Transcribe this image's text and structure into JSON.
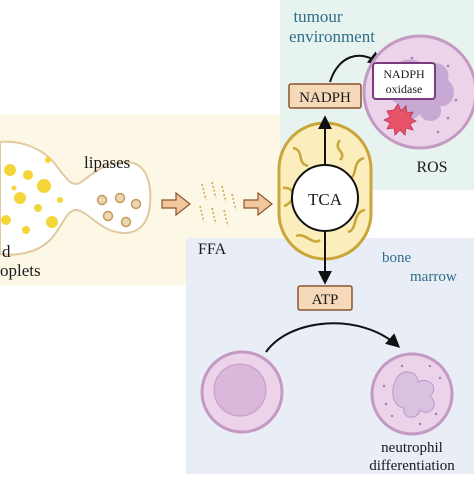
{
  "labels": {
    "lipases": "lipases",
    "lipid_droplets_line1": "d",
    "lipid_droplets_line2": "oplets",
    "ffa": "FFA",
    "tca": "TCA",
    "nadph": "NADPH",
    "atp": "ATP",
    "tumour_environment_line1": "tumour",
    "tumour_environment_line2": "environment",
    "nadph_oxidase_line1": "NADPH",
    "nadph_oxidase_line2": "oxidase",
    "ros": "ROS",
    "bone_marrow_line1": "bone",
    "bone_marrow_line2": "marrow",
    "neutrophil_line1": "neutrophil",
    "neutrophil_line2": "differentiation"
  },
  "colors": {
    "cream_panel": "#fdf8e6",
    "green_panel": "#e6f3ef",
    "blue_panel": "#e9eef6",
    "box_fill": "#f5d9b8",
    "box_stroke": "#8a5530",
    "mito_fill": "#fbeebc",
    "mito_stroke": "#c9a63a",
    "cell_fill": "#ecd3ea",
    "nucleus_fill": "#c7a9d4",
    "label_blue": "#2f6e8a"
  }
}
